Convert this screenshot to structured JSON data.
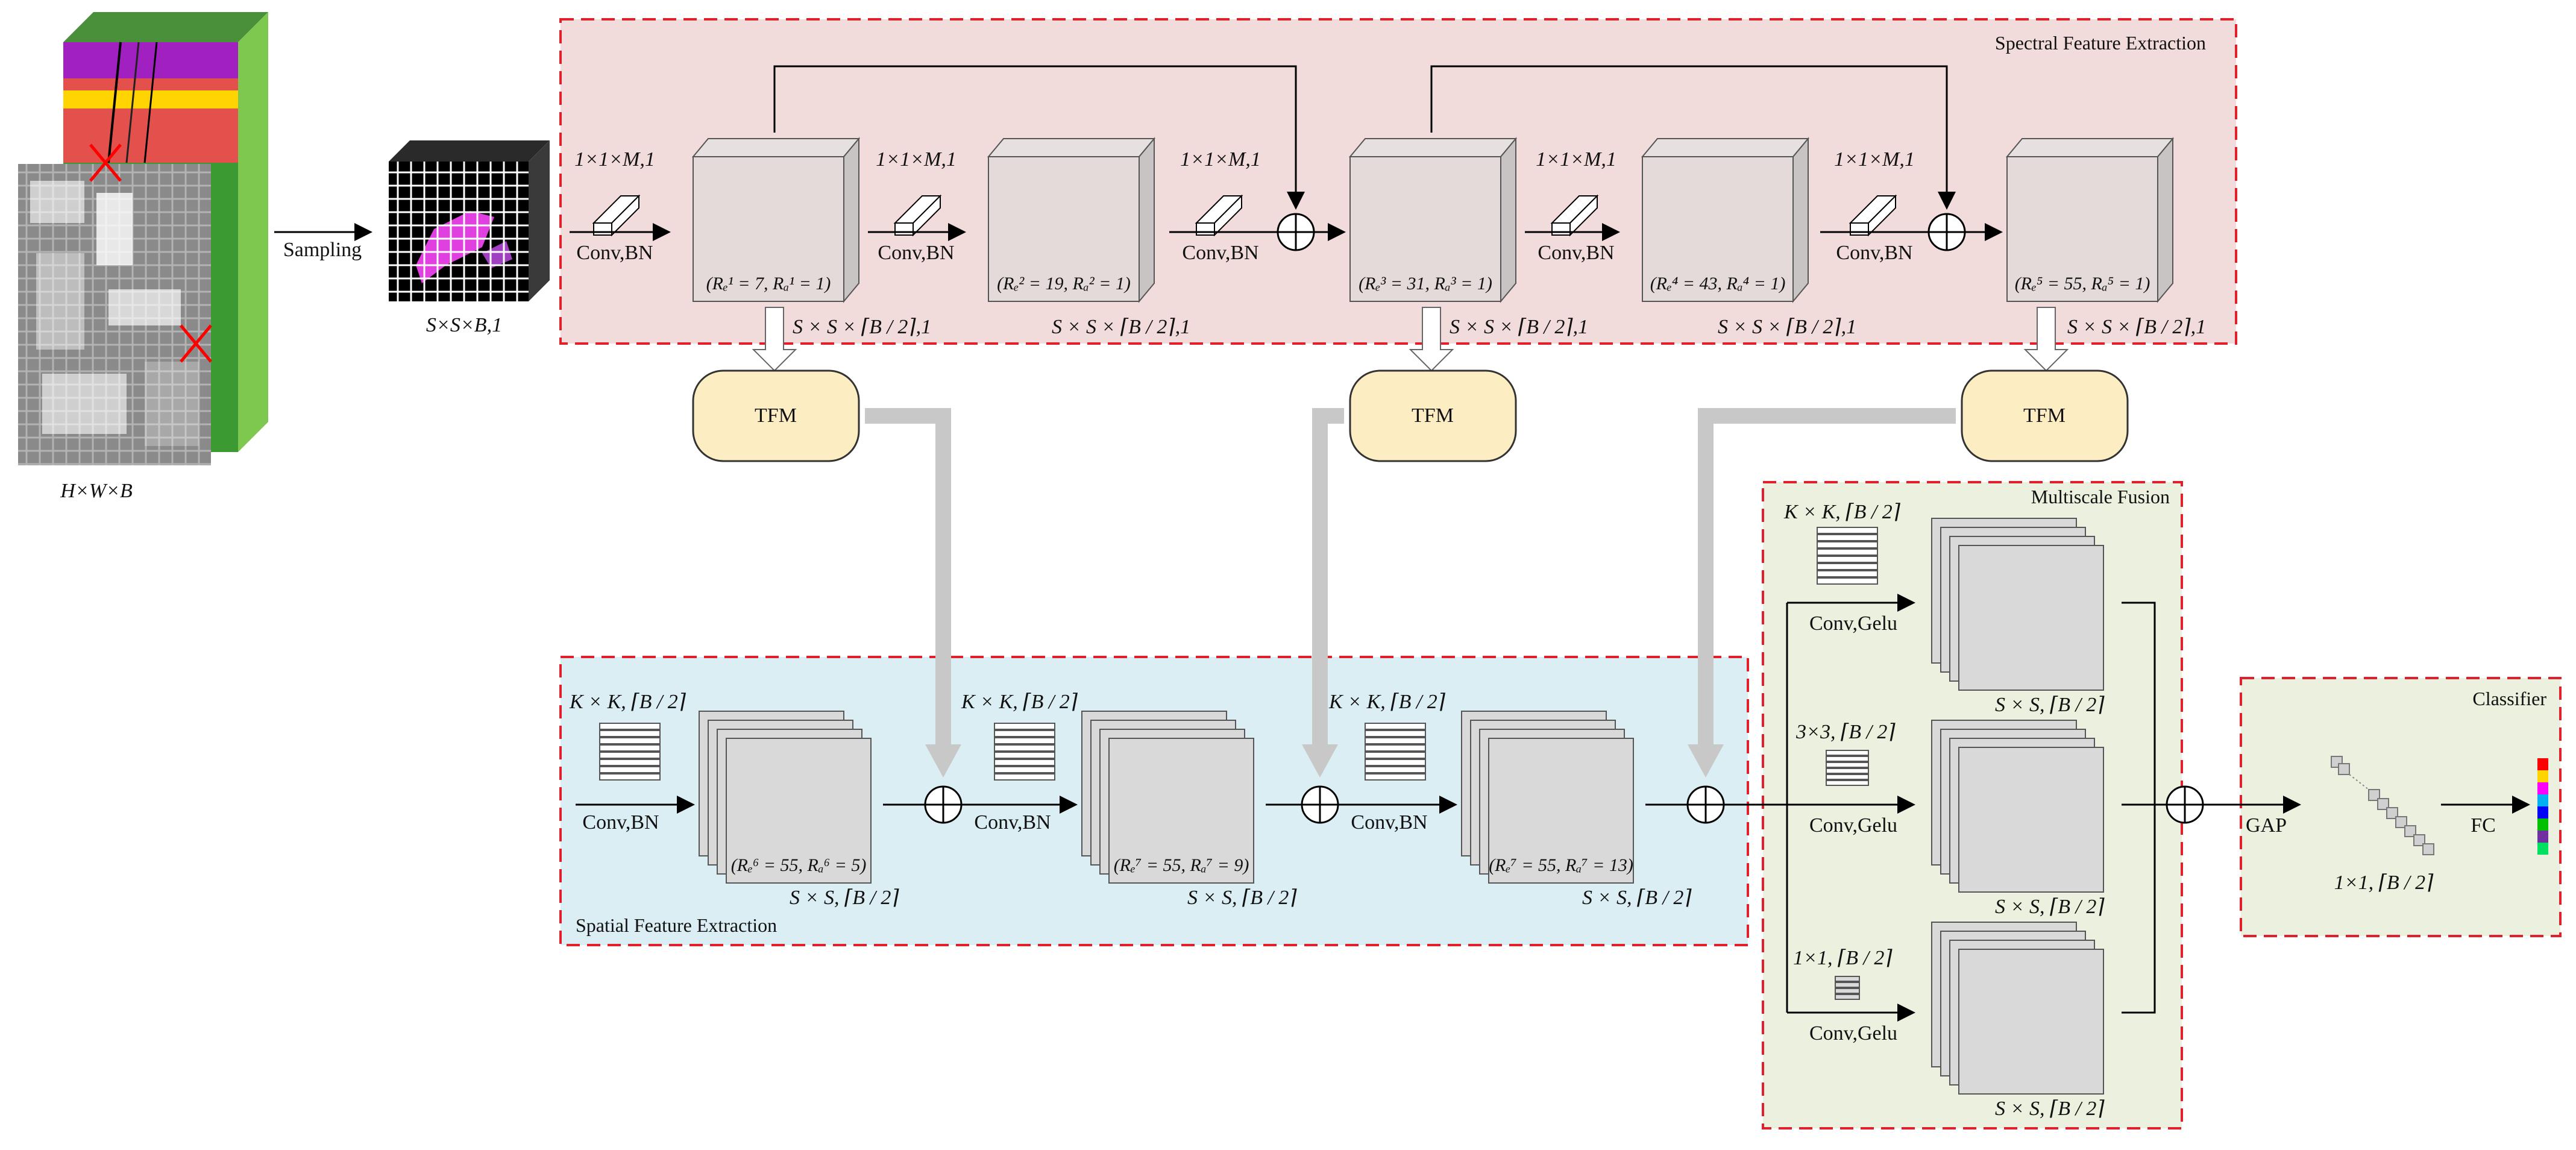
{
  "sections": {
    "spectral": "Spectral Feature Extraction",
    "spatial": "Spatial Feature Extraction",
    "multiscale": "Multiscale Fusion",
    "classifier": "Classifier"
  },
  "input": {
    "cube_label": "H×W×B",
    "sampling": "Sampling",
    "patch_label": "S×S×B,1"
  },
  "spectral": {
    "kernels": [
      "1×1×M,1",
      "1×1×M,1",
      "1×1×M,1",
      "1×1×M,1",
      "1×1×M,1"
    ],
    "ops": [
      "Conv,BN",
      "Conv,BN",
      "Conv,BN",
      "Conv,BN",
      "Conv,BN"
    ],
    "block_params": [
      "(Rₑ¹ = 7, Rₐ¹ = 1)",
      "(Rₑ² = 19, Rₐ² = 1)",
      "(Rₑ³ = 31, Rₐ³ = 1)",
      "(Rₑ⁴ = 43, Rₐ⁴ = 1)",
      "(Rₑ⁵ = 55, Rₐ⁵ = 1)"
    ],
    "output_labels": [
      "S × S × ⌈B / 2⌉,1",
      "S × S × ⌈B / 2⌉,1",
      "S × S × ⌈B / 2⌉,1",
      "S × S × ⌈B / 2⌉,1",
      "S × S × ⌈B / 2⌉,1"
    ]
  },
  "tfm": [
    "TFM",
    "TFM",
    "TFM"
  ],
  "spatial": {
    "kernels": [
      "K × K, ⌈B / 2⌉",
      "K × K, ⌈B / 2⌉",
      "K × K, ⌈B / 2⌉"
    ],
    "ops": [
      "Conv,BN",
      "Conv,BN",
      "Conv,BN"
    ],
    "block_params": [
      "(Rₑ⁶ = 55, Rₐ⁶ = 5)",
      "(Rₑ⁷ = 55, Rₐ⁷ = 9)",
      "(Rₑ⁷ = 55, Rₐ⁷ = 13)"
    ],
    "output_labels": [
      "S × S, ⌈B / 2⌉",
      "S × S, ⌈B / 2⌉",
      "S × S, ⌈B / 2⌉"
    ]
  },
  "multiscale": {
    "kernels": [
      "K × K, ⌈B / 2⌉",
      "3×3, ⌈B / 2⌉",
      "1×1, ⌈B / 2⌉"
    ],
    "ops": [
      "Conv,Gelu",
      "Conv,Gelu",
      "Conv,Gelu"
    ],
    "output_labels": [
      "S × S, ⌈B / 2⌉",
      "S × S, ⌈B / 2⌉",
      "S × S, ⌈B / 2⌉"
    ]
  },
  "classifier": {
    "gap": "GAP",
    "fc": "FC",
    "vector_label": "1×1, ⌈B / 2⌉",
    "output_colors": [
      "#ff0000",
      "#ffd400",
      "#ff00ff",
      "#00b0f0",
      "#0000ff",
      "#00c000",
      "#7030a0",
      "#00e060"
    ]
  },
  "colors": {
    "spectral_bg": "#f2dcdb",
    "spatial_bg": "#dbeef4",
    "fusion_bg": "#ebf1de",
    "dash": "#e0202a",
    "tfm_fill": "#fdedc2",
    "block_fill": "#d9d9d9"
  }
}
